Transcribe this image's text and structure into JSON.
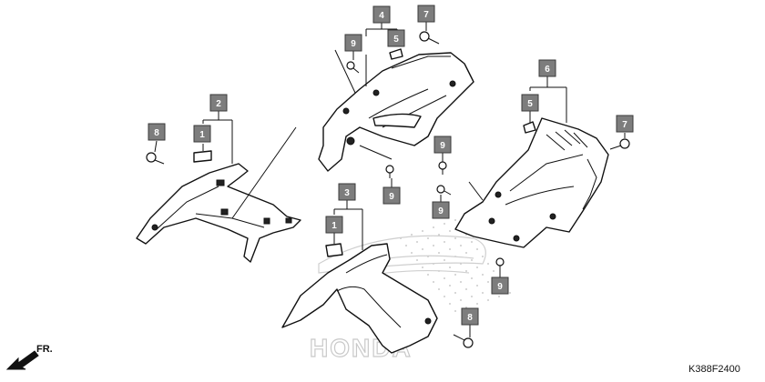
{
  "diagram": {
    "callouts": [
      {
        "id": "c4",
        "label": "4"
      },
      {
        "id": "c7a",
        "label": "7"
      },
      {
        "id": "c9a",
        "label": "9"
      },
      {
        "id": "c5a",
        "label": "5"
      },
      {
        "id": "c2",
        "label": "2"
      },
      {
        "id": "c8a",
        "label": "8"
      },
      {
        "id": "c1a",
        "label": "1"
      },
      {
        "id": "c6",
        "label": "6"
      },
      {
        "id": "c5b",
        "label": "5"
      },
      {
        "id": "c7b",
        "label": "7"
      },
      {
        "id": "c9b",
        "label": "9"
      },
      {
        "id": "c9c",
        "label": "9"
      },
      {
        "id": "c3",
        "label": "3"
      },
      {
        "id": "c1b",
        "label": "1"
      },
      {
        "id": "c9d",
        "label": "9"
      },
      {
        "id": "c9e",
        "label": "9"
      },
      {
        "id": "c8b",
        "label": "8"
      }
    ],
    "watermark": "HONDA",
    "direction_label": "FR.",
    "diagram_code": "K388F2400"
  }
}
